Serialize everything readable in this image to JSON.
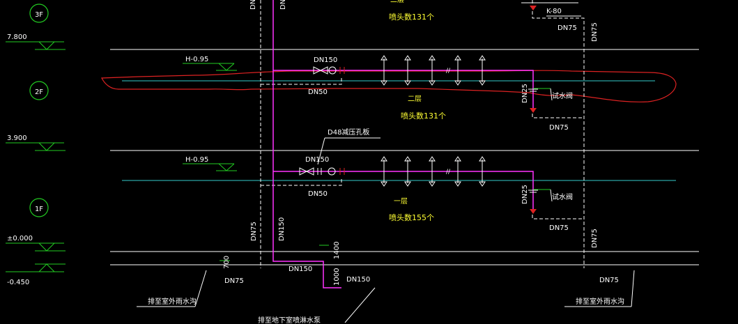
{
  "colors": {
    "background": "#000000",
    "level_line": "#ffffff",
    "pipe": "#ff33ff",
    "drain": "#ffffff",
    "branch": "#33cccc",
    "cloud": "#dd2222",
    "level_mark": "#22cc22",
    "text": "#ffffff",
    "annotation": "#ffff33"
  },
  "floors": [
    {
      "label": "3F",
      "elevation": "7.800"
    },
    {
      "label": "2F",
      "elevation": "3.900"
    },
    {
      "label": "1F",
      "elevation_top": "±0.000",
      "elevation_bottom": "-0.450"
    }
  ],
  "branch_elevations": {
    "upper": "H-0.95",
    "lower": "H-0.95"
  },
  "upper_zone": {
    "valve_dn": "DN150",
    "branch_dn": "DN50",
    "floor_name": "二层",
    "head_count": "喷头数131个",
    "test_pipe_dn": "DN25",
    "test_valve": "试水阀",
    "drain_dn": "DN75"
  },
  "top_zone": {
    "floor_name": "二层",
    "head_count": "喷头数131个",
    "fitting_label": "K-80",
    "drain_dn": "DN75",
    "riser_dn": "DN75"
  },
  "lower_zone": {
    "orifice_plate": "D48减压孔板",
    "valve_dn": "DN150",
    "branch_dn": "DN50",
    "floor_name": "一层",
    "head_count": "喷头数155个",
    "test_pipe_dn": "DN25",
    "test_valve": "试水阀",
    "drain_dn": "DN75"
  },
  "risers": {
    "left_drain_top": "DN",
    "main_top": "DN",
    "left_drain_dn": "DN75",
    "main_dn": "DN150",
    "right_drain_dn": "DN75",
    "right_drain_upper_dn": "DN75"
  },
  "bottom": {
    "dim_left": "700",
    "dim_mid_upper": "1400",
    "dim_mid_lower": "1000",
    "left_outlet_dn": "DN75",
    "main_horizontal_dn": "DN150",
    "main_outlet_dn": "DN150",
    "right_outlet_dn": "DN75",
    "left_note": "排至室外雨水沟",
    "right_note": "排至室外雨水沟",
    "center_note": "排至地下室喷淋水泵"
  }
}
